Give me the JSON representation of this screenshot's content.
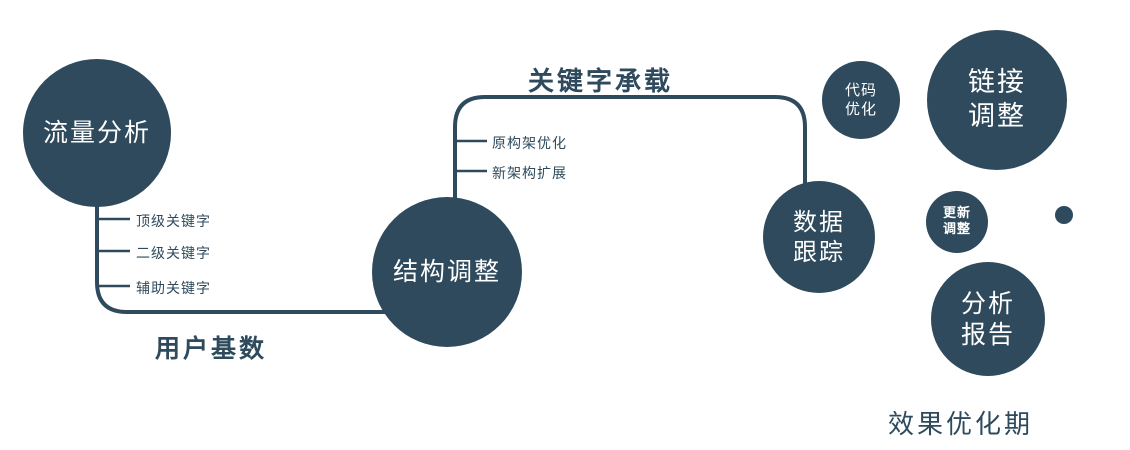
{
  "colors": {
    "primary": "#2e4a5c",
    "text_on_dark": "#ffffff"
  },
  "nodes": {
    "traffic": {
      "label": "流量分析"
    },
    "structure": {
      "label": "结构调整"
    },
    "data_tracking": {
      "line1": "数据",
      "line2": "跟踪"
    },
    "code_optimization": {
      "line1": "代码",
      "line2": "优化"
    },
    "link_adjustment": {
      "line1": "链接",
      "line2": "调整"
    },
    "update_adjustment": {
      "line1": "更新",
      "line2": "调整"
    },
    "analysis_report": {
      "line1": "分析",
      "line2": "报告"
    }
  },
  "edges": {
    "user_base_label": "用户基数",
    "keyword_carry_label": "关键字承载"
  },
  "left_ticks": [
    "顶级关键字",
    "二级关键字",
    "辅助关键字"
  ],
  "mid_ticks": [
    "原构架优化",
    "新架构扩展"
  ],
  "footer_label": "效果优化期"
}
